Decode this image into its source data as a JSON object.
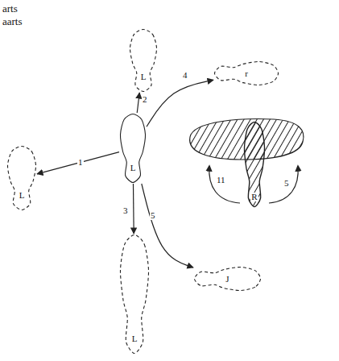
{
  "diagram": {
    "nodes": [
      {
        "text": [
          "L"
        ]
      },
      {
        "text": [
          "r"
        ]
      },
      {
        "text": [
          "L"
        ]
      },
      {
        "text": [
          "R"
        ]
      },
      {
        "text": [
          "L"
        ]
      },
      {
        "text": [
          "L"
        ]
      },
      {
        "text": [
          "J"
        ]
      }
    ],
    "edges": [
      {
        "from": 2,
        "to": 0,
        "arrow": "to",
        "label": "2"
      },
      {
        "from": 2,
        "to": 1,
        "arrow": "to",
        "label": "4"
      },
      {
        "from": 2,
        "to": 4,
        "arrow": "to",
        "label": "1"
      },
      {
        "from": 2,
        "to": 5,
        "arrow": "to",
        "label": "3"
      },
      {
        "from": 2,
        "to": 6,
        "arrow": "to",
        "label": "5"
      }
    ],
    "labels": [
      "arts",
      "aarts",
      "11",
      "5"
    ]
  }
}
